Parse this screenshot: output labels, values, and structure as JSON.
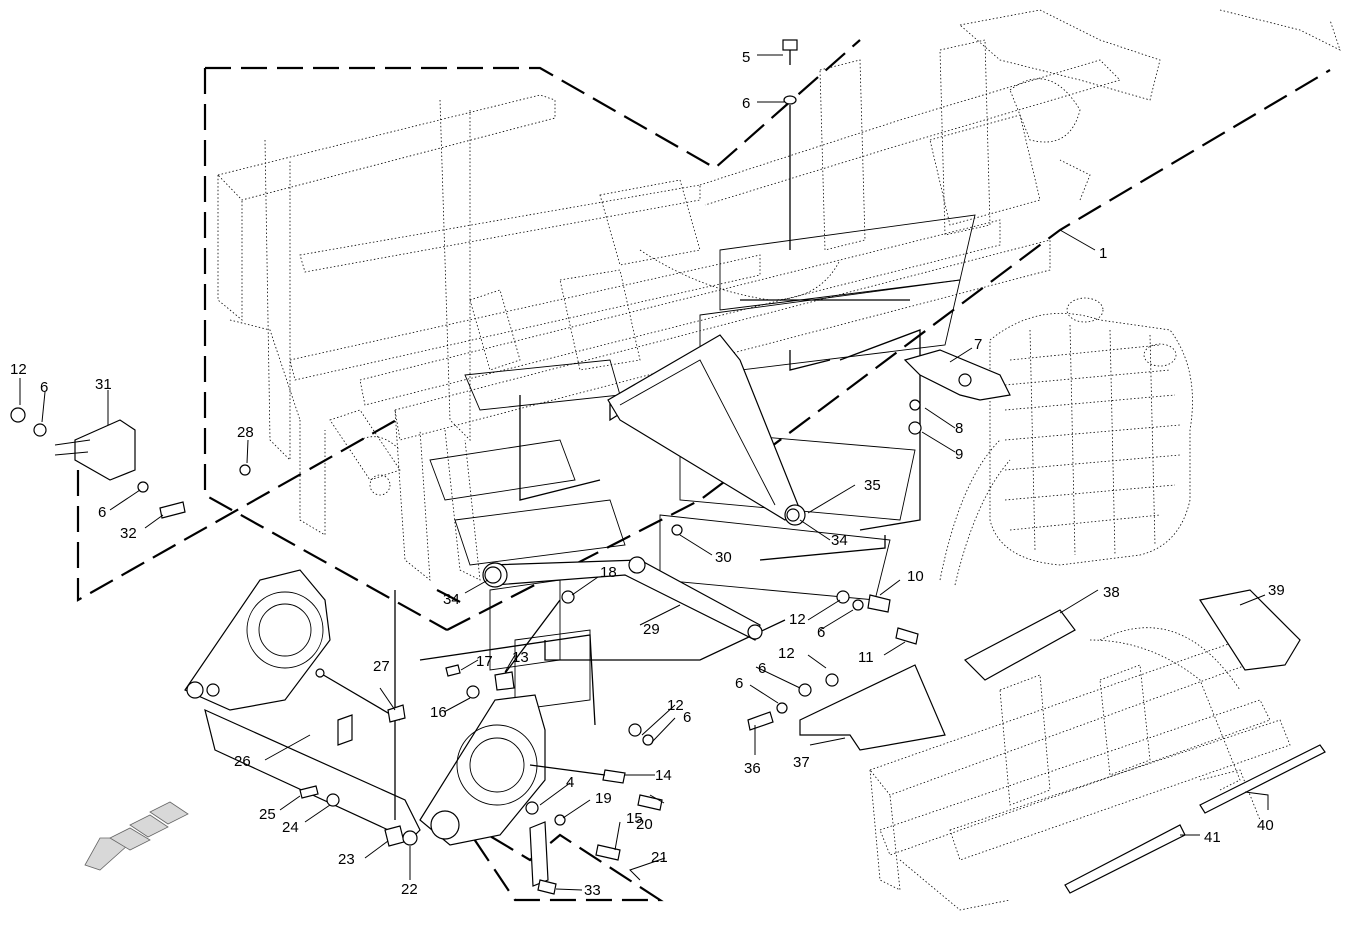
{
  "callouts": [
    "1",
    "4",
    "5",
    "6",
    "7",
    "8",
    "9",
    "10",
    "11",
    "12",
    "13",
    "14",
    "15",
    "16",
    "17",
    "18",
    "19",
    "20",
    "21",
    "22",
    "23",
    "24",
    "25",
    "26",
    "27",
    "28",
    "29",
    "30",
    "31",
    "32",
    "33",
    "34",
    "35",
    "36",
    "37",
    "38",
    "39",
    "40",
    "41"
  ]
}
